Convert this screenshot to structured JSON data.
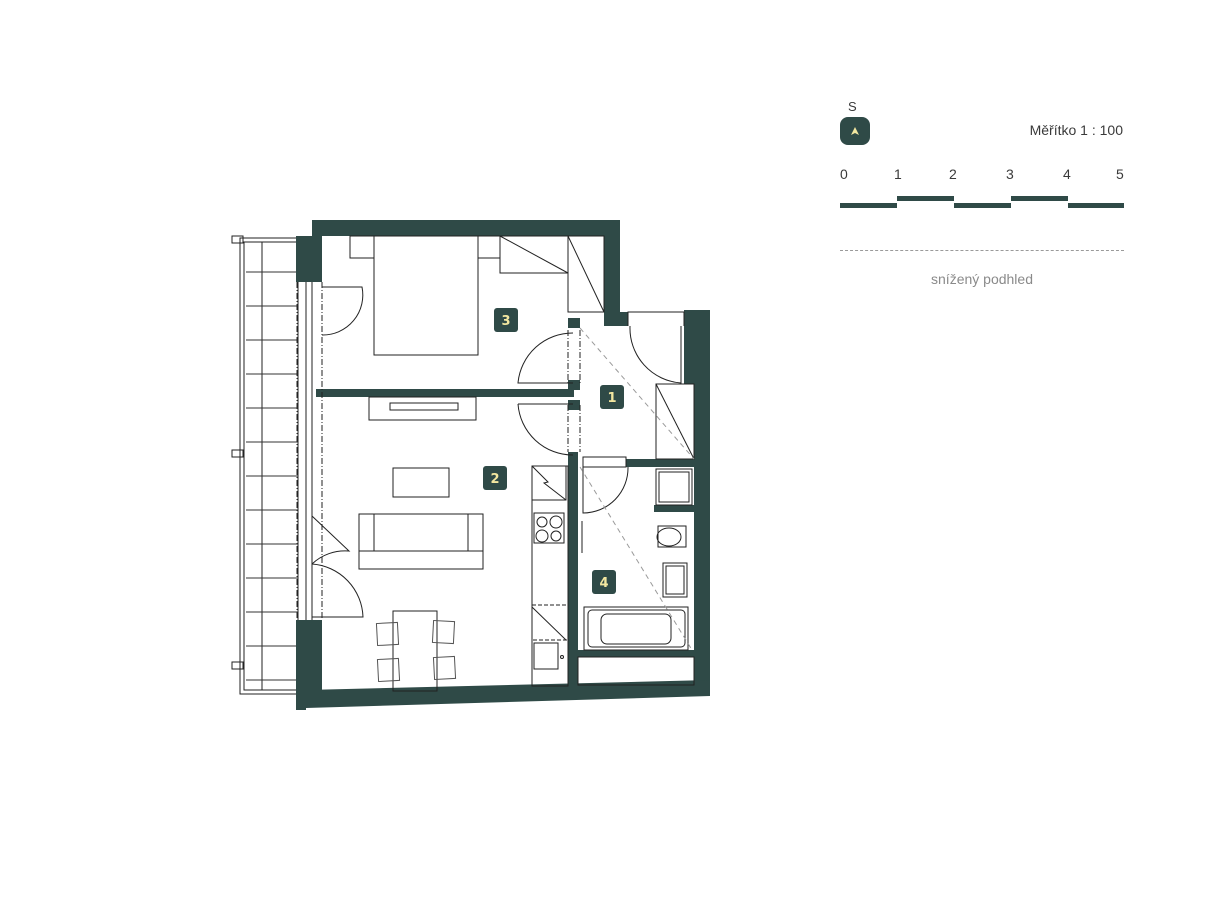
{
  "legend": {
    "north_label": "S",
    "north_icon": "north-arrow-icon",
    "scale_title": "Měřítko 1 : 100",
    "scale_ticks": [
      "0",
      "1",
      "2",
      "3",
      "4",
      "5"
    ],
    "ceiling_note": "snížený podhled"
  },
  "colors": {
    "wall": "#2f4a47",
    "label_bg": "#2f4a47",
    "label_text": "#f3e7a0",
    "line": "#222222",
    "dashed": "#9a9a9a"
  },
  "rooms": [
    {
      "id": "1",
      "label": "1"
    },
    {
      "id": "2",
      "label": "2"
    },
    {
      "id": "3",
      "label": "3"
    },
    {
      "id": "4",
      "label": "4"
    }
  ]
}
